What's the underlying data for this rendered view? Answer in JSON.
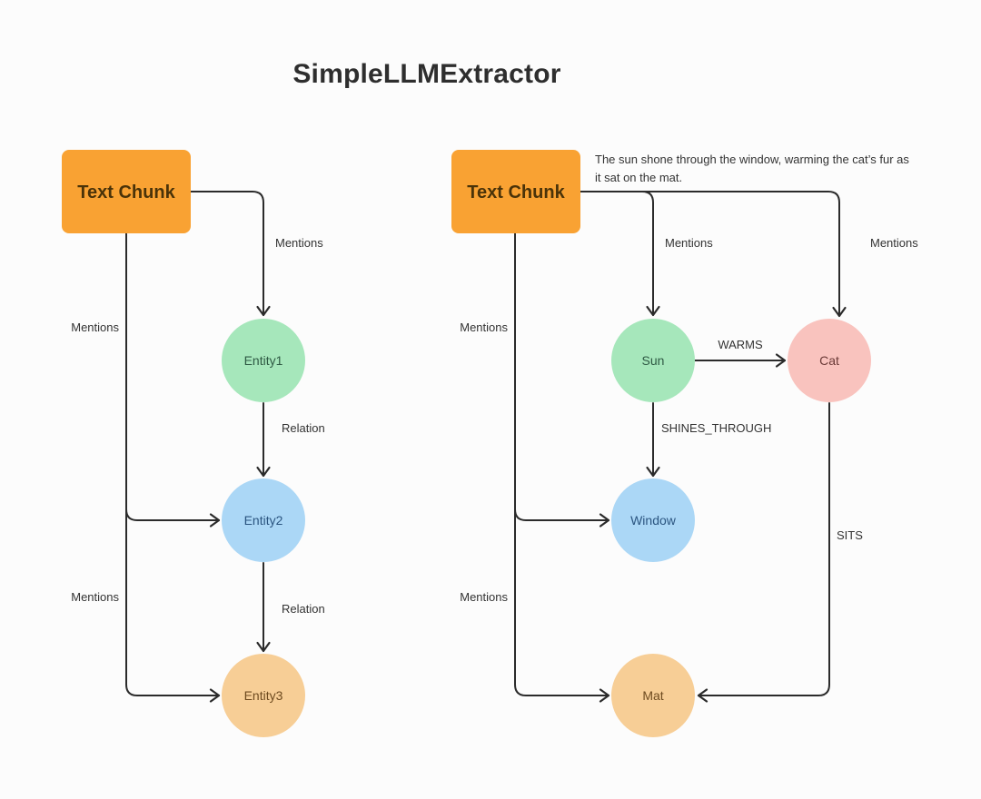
{
  "title": "SimpleLLMExtractor",
  "colors": {
    "background": "#FCFCFC",
    "title_text": "#2E2E2E",
    "edge": "#2B2B2B",
    "edge_label": "#333333",
    "source_box": "#F9A233",
    "source_box_text": "#4A3309",
    "caption_text": "#333333"
  },
  "left_diagram": {
    "source": {
      "label": "Text Chunk"
    },
    "nodes": [
      {
        "id": "entity1",
        "label": "Entity1",
        "fill": "#A6E7BB",
        "text_color": "#2F5A44"
      },
      {
        "id": "entity2",
        "label": "Entity2",
        "fill": "#ABD7F6",
        "text_color": "#2B5580"
      },
      {
        "id": "entity3",
        "label": "Entity3",
        "fill": "#F7CE96",
        "text_color": "#6E4B20"
      }
    ],
    "edges": [
      {
        "from": "Text Chunk",
        "to": "Entity1",
        "label": "Mentions"
      },
      {
        "from": "Text Chunk",
        "to": "Entity2",
        "label": "Mentions"
      },
      {
        "from": "Text Chunk",
        "to": "Entity3",
        "label": "Mentions"
      },
      {
        "from": "Entity1",
        "to": "Entity2",
        "label": "Relation"
      },
      {
        "from": "Entity2",
        "to": "Entity3",
        "label": "Relation"
      }
    ]
  },
  "right_diagram": {
    "source": {
      "label": "Text Chunk"
    },
    "caption": {
      "line1": "The sun shone through the window, warming the cat’s fur as",
      "line2": "it sat on the mat."
    },
    "nodes": [
      {
        "id": "sun",
        "label": "Sun",
        "fill": "#A6E7BB",
        "text_color": "#2F5A44"
      },
      {
        "id": "cat",
        "label": "Cat",
        "fill": "#F9C3BE",
        "text_color": "#6B3A37"
      },
      {
        "id": "window",
        "label": "Window",
        "fill": "#ABD7F6",
        "text_color": "#2B5580"
      },
      {
        "id": "mat",
        "label": "Mat",
        "fill": "#F7CE96",
        "text_color": "#6E4B20"
      }
    ],
    "edges": [
      {
        "from": "Text Chunk",
        "to": "Sun",
        "label": "Mentions"
      },
      {
        "from": "Text Chunk",
        "to": "Cat",
        "label": "Mentions"
      },
      {
        "from": "Text Chunk",
        "to": "Window",
        "label": "Mentions"
      },
      {
        "from": "Text Chunk",
        "to": "Mat",
        "label": "Mentions"
      },
      {
        "from": "Sun",
        "to": "Cat",
        "label": "WARMS"
      },
      {
        "from": "Sun",
        "to": "Window",
        "label": "SHINES_THROUGH"
      },
      {
        "from": "Cat",
        "to": "Mat",
        "label": "SITS"
      }
    ]
  }
}
